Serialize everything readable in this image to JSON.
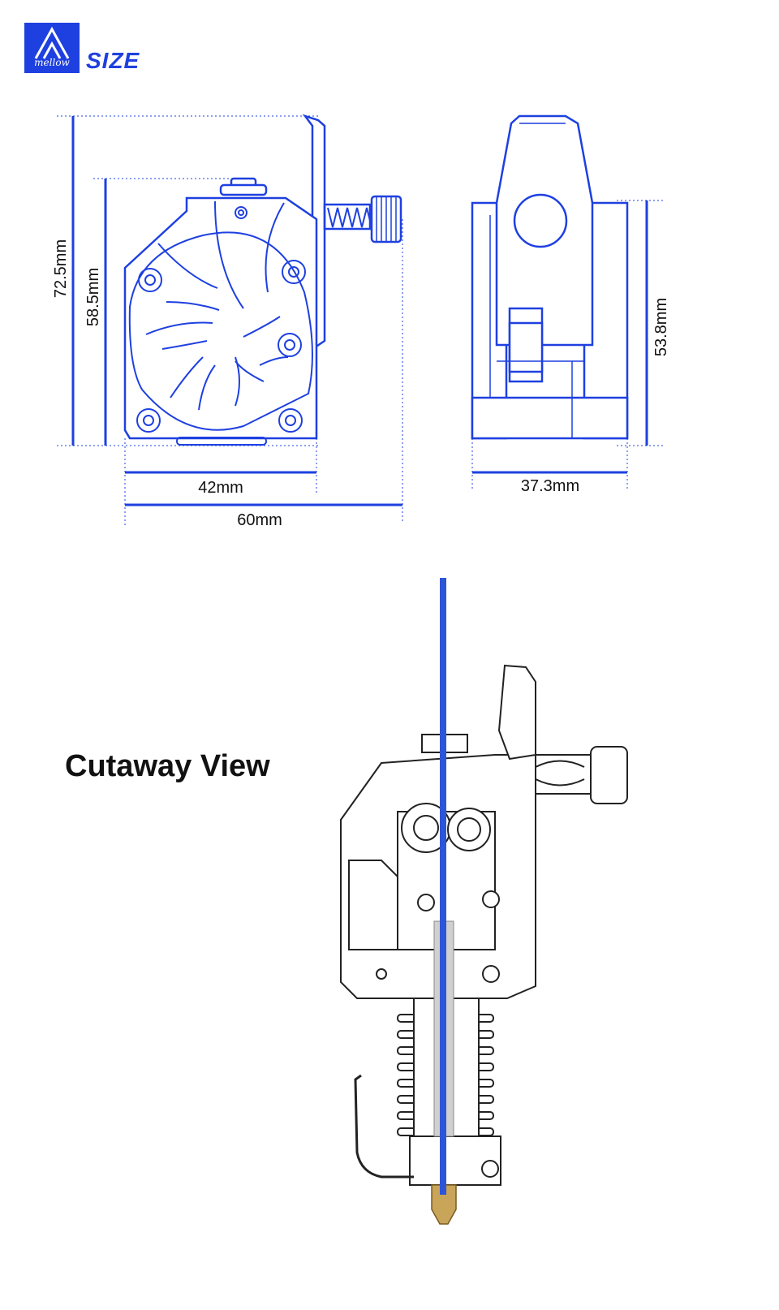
{
  "brand": {
    "logo_word": "mellow",
    "accent": "#1e40e0"
  },
  "section_title": "SIZE",
  "dimensions": {
    "height_total": "72.5mm",
    "height_body": "58.5mm",
    "height_side": "53.8mm",
    "width_body": "42mm",
    "width_total": "60mm",
    "depth": "37.3mm"
  },
  "cutaway_title": "Cutaway View",
  "colors": {
    "line": "#1e40e0",
    "filament": "#2d55d8",
    "brass": "#c9a55a",
    "dark": "#222222"
  }
}
